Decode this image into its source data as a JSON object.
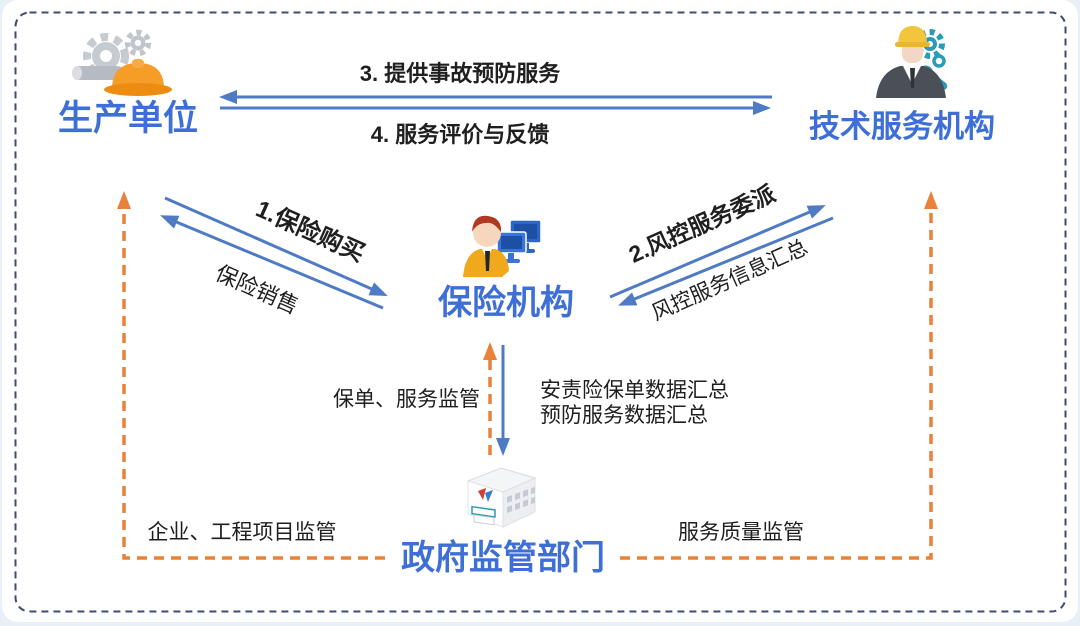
{
  "diagram": {
    "nodes": {
      "producer": {
        "label": "生产单位",
        "icon": "gears-hardhat-icon"
      },
      "tech": {
        "label": "技术服务机构",
        "icon": "engineer-tools-icon"
      },
      "insurer": {
        "label": "保险机构",
        "icon": "agent-computer-icon"
      },
      "government": {
        "label": "政府监管部门",
        "icon": "government-building-icon"
      }
    },
    "edges": {
      "provide_prevention": {
        "label": "3. 提供事故预防服务",
        "from": "tech",
        "to": "producer"
      },
      "service_feedback": {
        "label": "4. 服务评价与反馈",
        "from": "producer",
        "to": "tech"
      },
      "insurance_purchase": {
        "label": "1.保险购买",
        "from": "producer",
        "to": "insurer"
      },
      "insurance_sales": {
        "label": "保险销售",
        "from": "insurer",
        "to": "producer"
      },
      "risk_control_dispatch": {
        "label": "2.风控服务委派",
        "from": "insurer",
        "to": "tech"
      },
      "risk_control_info": {
        "label": "风控服务信息汇总",
        "from": "tech",
        "to": "insurer"
      },
      "policy_service_supervision": {
        "label": "保单、服务监管",
        "from": "government",
        "to": "insurer"
      },
      "policy_data_summary": {
        "label": "安责险保单数据汇总",
        "from": "insurer",
        "to": "government"
      },
      "prevention_data_summary": {
        "label": "预防服务数据汇总",
        "from": "insurer",
        "to": "government"
      },
      "enterprise_project_supervision": {
        "label": "企业、工程项目监管",
        "from": "government",
        "to": "producer"
      },
      "service_quality_supervision": {
        "label": "服务质量监管",
        "from": "government",
        "to": "tech"
      }
    }
  },
  "colors": {
    "node_label": "#3E6FD6",
    "arrow_blue": "#4E7BC4",
    "arrow_orange": "#E8813A",
    "text": "#1F1F1F",
    "border": "#3F4D73",
    "card_bg": "#FFFFFF",
    "page_bg": "#E7EFF7"
  }
}
